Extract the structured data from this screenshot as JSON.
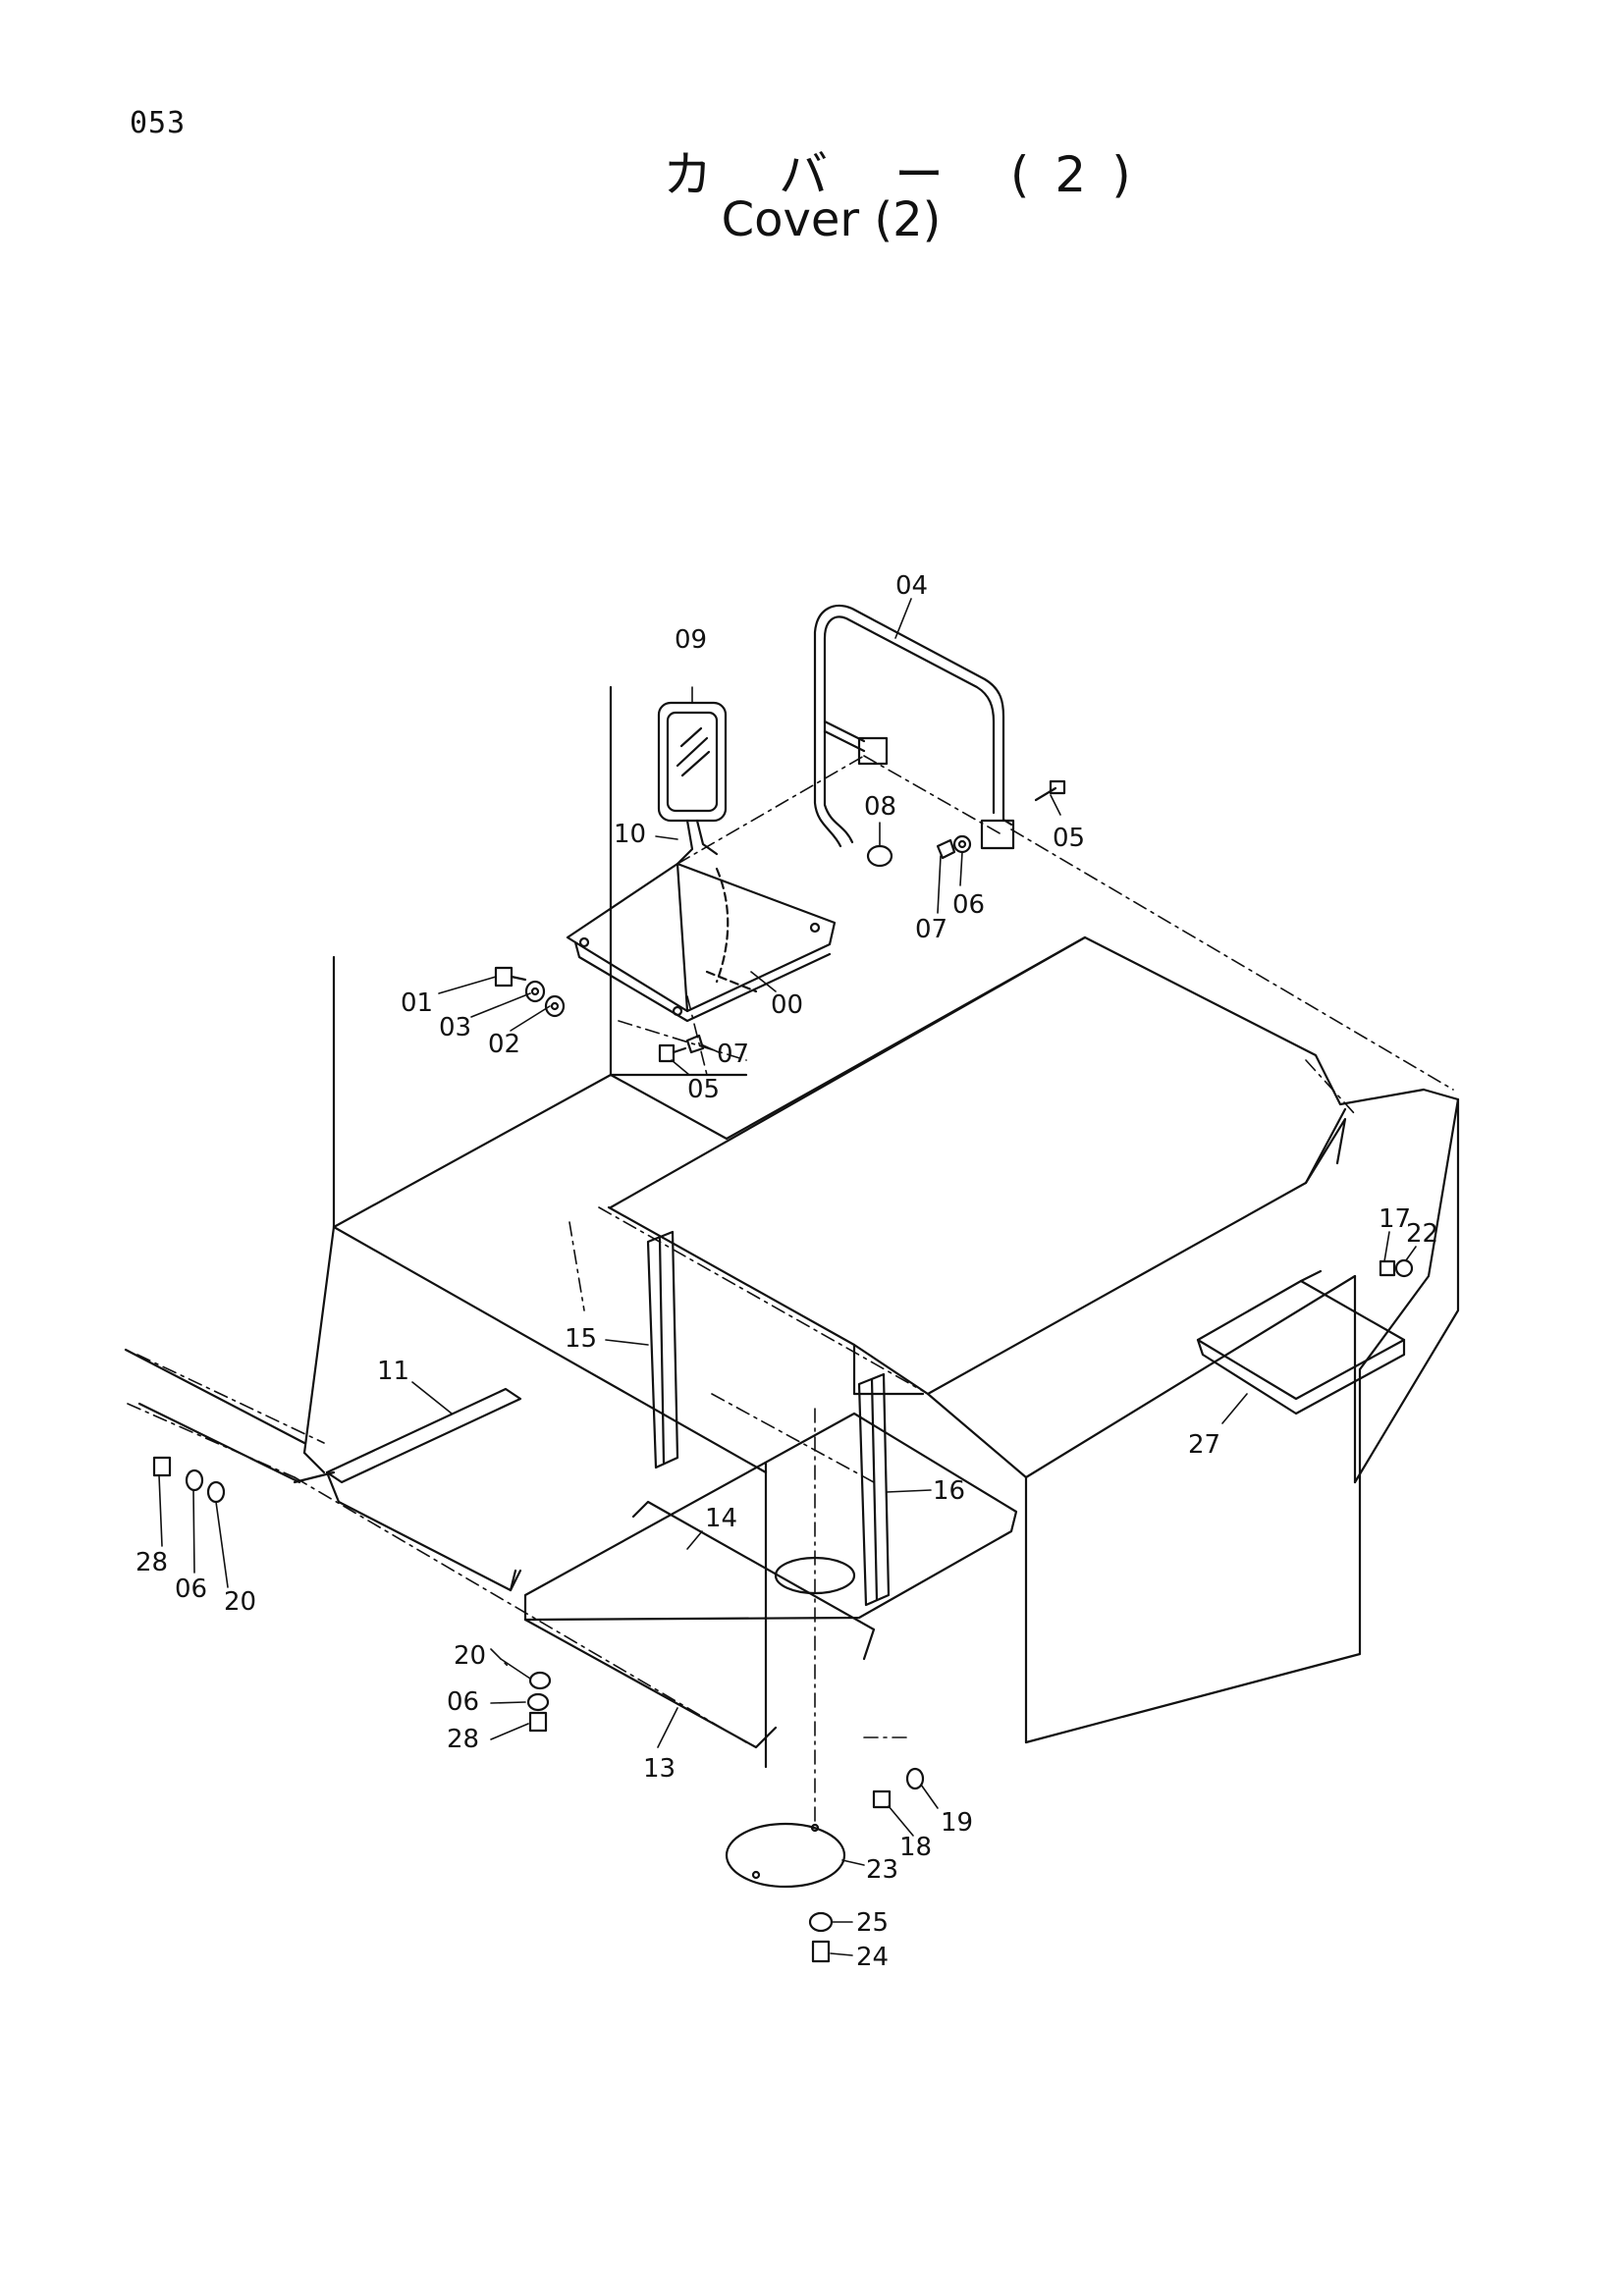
{
  "page": {
    "number": "053"
  },
  "title": {
    "japanese": "カ バ ー (2)",
    "english": "Cover (2)"
  },
  "callouts": [
    {
      "id": "09",
      "label": "09"
    },
    {
      "id": "04",
      "label": "04"
    },
    {
      "id": "08",
      "label": "08"
    },
    {
      "id": "05a",
      "label": "05"
    },
    {
      "id": "10",
      "label": "10"
    },
    {
      "id": "06a",
      "label": "06"
    },
    {
      "id": "07a",
      "label": "07"
    },
    {
      "id": "00",
      "label": "00"
    },
    {
      "id": "01",
      "label": "01"
    },
    {
      "id": "03",
      "label": "03"
    },
    {
      "id": "02",
      "label": "02"
    },
    {
      "id": "07b",
      "label": "07"
    },
    {
      "id": "05b",
      "label": "05"
    },
    {
      "id": "17",
      "label": "17"
    },
    {
      "id": "22",
      "label": "22"
    },
    {
      "id": "15",
      "label": "15"
    },
    {
      "id": "11",
      "label": "11"
    },
    {
      "id": "27",
      "label": "27"
    },
    {
      "id": "16",
      "label": "16"
    },
    {
      "id": "14",
      "label": "14"
    },
    {
      "id": "28a",
      "label": "28"
    },
    {
      "id": "06b",
      "label": "06"
    },
    {
      "id": "20a",
      "label": "20"
    },
    {
      "id": "20b",
      "label": "20"
    },
    {
      "id": "06c",
      "label": "06"
    },
    {
      "id": "28b",
      "label": "28"
    },
    {
      "id": "13",
      "label": "13"
    },
    {
      "id": "19",
      "label": "19"
    },
    {
      "id": "18",
      "label": "18"
    },
    {
      "id": "23",
      "label": "23"
    },
    {
      "id": "25",
      "label": "25"
    },
    {
      "id": "24",
      "label": "24"
    }
  ]
}
